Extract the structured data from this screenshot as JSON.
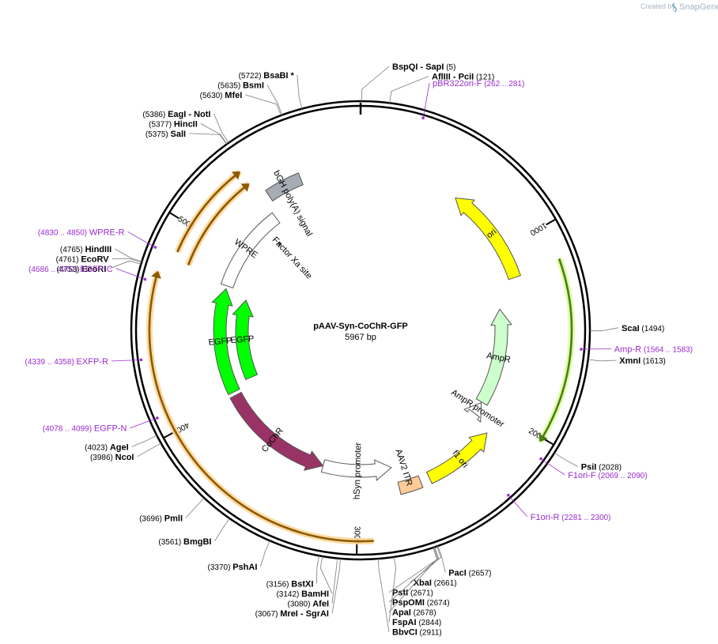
{
  "credit": {
    "text": "Created by",
    "brand": "SnapGene"
  },
  "plasmid": {
    "name": "pAAV-Syn-CoChR-GFP",
    "length_label": "5967 bp",
    "length": 5967
  },
  "ticks": [
    {
      "pos": 1000,
      "label": "1000"
    },
    {
      "pos": 2000,
      "label": "2000"
    },
    {
      "pos": 3000,
      "label": "3000"
    },
    {
      "pos": 4000,
      "label": "4000"
    },
    {
      "pos": 5000,
      "label": "5000"
    }
  ],
  "features": [
    {
      "id": "ori",
      "label": "ori",
      "start": 590,
      "end": 1178,
      "strand": -1,
      "track": 2,
      "color": "#ffff00"
    },
    {
      "id": "ampr",
      "label": "AmpR",
      "start": 1349,
      "end": 2000,
      "strand": -1,
      "track": 3,
      "color": "#ccffcc"
    },
    {
      "id": "ampr-promoter",
      "label": "AmpR promoter",
      "start": 2005,
      "end": 2090,
      "strand": -1,
      "track": 3,
      "color": "#ffffff"
    },
    {
      "id": "f1-ori",
      "label": "f1 ori",
      "start": 2140,
      "end": 2570,
      "strand": -1,
      "track": 2,
      "color": "#ffff00"
    },
    {
      "id": "aav2-itr",
      "label": "AAV2 ITR",
      "start": 2625,
      "end": 2755,
      "strand": 0,
      "track": 2,
      "color": "#ffcc99"
    },
    {
      "id": "hsyn-promoter",
      "label": "hSyn promoter",
      "start": 2775,
      "end": 3240,
      "strand": -1,
      "track": 3,
      "color": "#ffffff"
    },
    {
      "id": "cochr",
      "label": "CoChR",
      "start": 3240,
      "end": 4020,
      "strand": -1,
      "track": 3,
      "color": "#993366"
    },
    {
      "id": "egfp-1",
      "label": "EGFP",
      "start": 4045,
      "end": 4760,
      "strand": 1,
      "track": 3,
      "color": "#00ff00"
    },
    {
      "id": "egfp-2",
      "label": "EGFP",
      "start": 4090,
      "end": 4720,
      "strand": 1,
      "track": 4,
      "color": "#00ff00"
    },
    {
      "id": "wpre",
      "label": "WPRE",
      "start": 4780,
      "end": 5355,
      "strand": 0,
      "track": 3,
      "color": "#ffffff"
    },
    {
      "id": "bgh-polya",
      "label": "bGH poly(A) signal",
      "start": 5400,
      "end": 5610,
      "strand": 0,
      "track": 2,
      "color": "#a6acb3"
    },
    {
      "id": "factor-xa",
      "label": "Factor Xa site",
      "start": 5245,
      "end": 5262,
      "strand": 0,
      "track": 4,
      "color": "#993366"
    }
  ],
  "outer_arcs": [
    {
      "id": "arc-ampr",
      "start": 1164,
      "end": 2020,
      "strand": 1,
      "color": "#4d7a1a",
      "glow": "#d9ff99"
    },
    {
      "id": "arc-orange-1",
      "start": 2925,
      "end": 4745,
      "strand": 1,
      "color": "#8a5a00",
      "glow": "#ffd699"
    },
    {
      "id": "arc-orange-2",
      "start": 4820,
      "end": 5350,
      "strand": 1,
      "color": "#8a5a00",
      "glow": "#ffd699",
      "track": 1
    },
    {
      "id": "arc-orange-3",
      "start": 4860,
      "end": 5350,
      "strand": 1,
      "color": "#8a5a00",
      "glow": "#ffd699",
      "track": 0
    }
  ],
  "sites": [
    {
      "name": "BspQI",
      "name2": "SapI",
      "pos_label": "(5)",
      "pos": 5
    },
    {
      "name": "AflIII",
      "name2": "PciI",
      "pos_label": "(121)",
      "pos": 121
    },
    {
      "name": "ScaI",
      "pos_label": "(1494)",
      "pos": 1494
    },
    {
      "name": "XmnI",
      "pos_label": "(1613)",
      "pos": 1613
    },
    {
      "name": "PsiI",
      "pos_label": "(2028)",
      "pos": 2028
    },
    {
      "name": "PacI",
      "pos_label": "(2657)",
      "pos": 2657
    },
    {
      "name": "XbaI",
      "pos_label": "(2661)",
      "pos": 2661
    },
    {
      "name": "PstI",
      "pos_label": "(2671)",
      "pos": 2671
    },
    {
      "name": "PspOMI",
      "pos_label": "(2674)",
      "pos": 2674
    },
    {
      "name": "ApaI",
      "pos_label": "(2678)",
      "pos": 2678
    },
    {
      "name": "FspAI",
      "pos_label": "(2844)",
      "pos": 2844
    },
    {
      "name": "BbvCI",
      "pos_label": "(2911)",
      "pos": 2911
    },
    {
      "name": "MreI",
      "name2": "SgrAI",
      "pos_label": "(3067)",
      "pos": 3067
    },
    {
      "name": "AfeI",
      "pos_label": "(3080)",
      "pos": 3080
    },
    {
      "name": "BamHI",
      "pos_label": "(3142)",
      "pos": 3142
    },
    {
      "name": "BstXI",
      "pos_label": "(3156)",
      "pos": 3156
    },
    {
      "name": "PshAI",
      "pos_label": "(3370)",
      "pos": 3370
    },
    {
      "name": "BmgBI",
      "pos_label": "(3561)",
      "pos": 3561
    },
    {
      "name": "PmlI",
      "pos_label": "(3696)",
      "pos": 3696
    },
    {
      "name": "NcoI",
      "pos_label": "(3986)",
      "pos": 3986
    },
    {
      "name": "AgeI",
      "pos_label": "(4023)",
      "pos": 4023
    },
    {
      "name": "EcoRI",
      "pos_label": "(4753)",
      "pos": 4753
    },
    {
      "name": "EcoRV",
      "pos_label": "(4761)",
      "pos": 4761
    },
    {
      "name": "HindIII",
      "pos_label": "(4765)",
      "pos": 4765
    },
    {
      "name": "SalI",
      "pos_label": "(5375)",
      "pos": 5375
    },
    {
      "name": "HincII",
      "pos_label": "(5377)",
      "pos": 5377
    },
    {
      "name": "EagI",
      "name2": "NotI",
      "pos_label": "(5386)",
      "pos": 5386
    },
    {
      "name": "MfeI",
      "pos_label": "(5630)",
      "pos": 5630
    },
    {
      "name": "BsmI",
      "pos_label": "(5635)",
      "pos": 5635
    },
    {
      "name": "BsaBI",
      "suffix": "*",
      "pos_label": "(5722)",
      "pos": 5722
    }
  ],
  "primers": [
    {
      "name": "pBR322ori-F",
      "range_label": "(262 .. 281)",
      "pos": 272
    },
    {
      "name": "Amp-R",
      "range_label": "(1564 .. 1583)",
      "pos": 1573
    },
    {
      "name": "F1ori-F",
      "range_label": "(2069 .. 2090)",
      "pos": 2080
    },
    {
      "name": "F1ori-R",
      "range_label": "(2281 .. 2300)",
      "pos": 2290
    },
    {
      "name": "EGFP-N",
      "range_label": "(4078 .. 4099)",
      "pos": 4088
    },
    {
      "name": "EXFP-R",
      "range_label": "(4339 .. 4358)",
      "pos": 4348
    },
    {
      "name": "EGFP-C",
      "range_label": "(4686 .. 4707)",
      "pos": 4696
    },
    {
      "name": "WPRE-R",
      "range_label": "(4830 .. 4850)",
      "pos": 4840
    }
  ]
}
